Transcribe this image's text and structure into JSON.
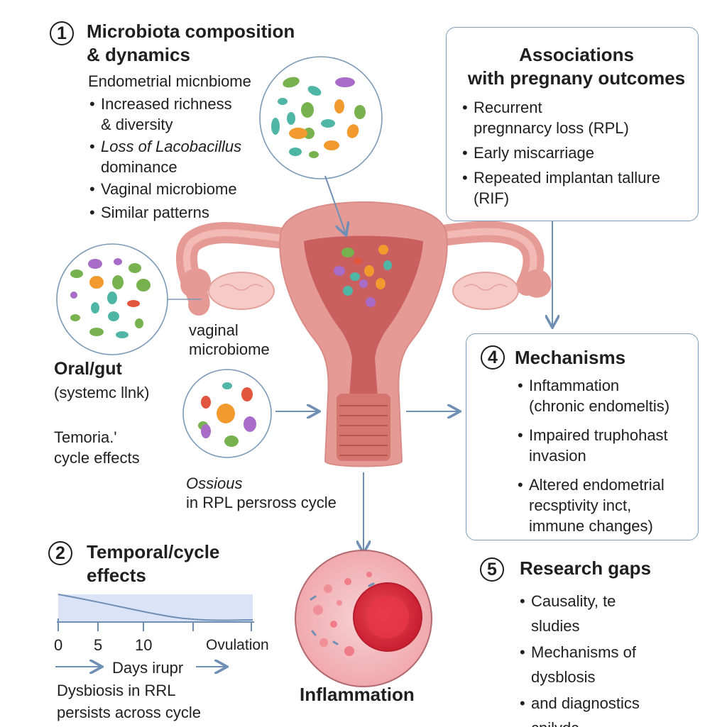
{
  "section1": {
    "number": "1",
    "title_line1": "Microbiota composition",
    "title_line2": "& dynamics",
    "subtitle": "Endometrial micnbiome",
    "bullets": [
      {
        "line1": "Increased richness",
        "line2": "& diversity"
      },
      {
        "line1_prefix": "Loss of ",
        "line1_italic": "Lacobacillus",
        "line2": "dominance"
      },
      {
        "line1": "Vaginal microbiome"
      },
      {
        "line1": "Similar patterns"
      }
    ]
  },
  "associations": {
    "title_line1": "Associations",
    "title_line2": "with pregnany outcomes",
    "bullets": [
      {
        "line1": "Recurrent",
        "line2": "pregnnarcy loss (RPL)"
      },
      {
        "line1": "Early miscarriage"
      },
      {
        "line1": "Repeated implantan tallure",
        "line2": "(RIF)"
      }
    ]
  },
  "left_labels": {
    "vaginal_line1": "vaginal",
    "vaginal_line2": "microbiome",
    "oral_title": "Oral/gut",
    "oral_sub": "(systemc llnk)",
    "temporal_line1": "Temoria.'",
    "temporal_line2": "cycle effects",
    "ossious_line1": "Ossious",
    "ossious_line2": "in RPL persross cycle"
  },
  "mechanisms": {
    "number": "4",
    "title": "Mechanisms",
    "bullets": [
      {
        "line1": "Inftammation",
        "line2": "(chronic endomeltis)"
      },
      {
        "line1": "Impaired truphohast",
        "line2": "invasion"
      },
      {
        "line1": "Altered endometrial",
        "line2": "recsptivity inct,",
        "line3": "immune changes)"
      }
    ]
  },
  "section2": {
    "number": "2",
    "title_line1": "Temporal/cycle",
    "title_line2": "effects",
    "ticks": [
      "0",
      "5",
      "10",
      "Ovulation"
    ],
    "axis_label": "Days irupr",
    "caption_line1": "Dysbiosis in RRL",
    "caption_line2": "persists across cycle"
  },
  "inflammation": {
    "label": "Inflammation"
  },
  "gaps": {
    "number": "5",
    "title": "Research gaps",
    "bullets": [
      {
        "line1": "Causality, te",
        "line2": "sludies"
      },
      {
        "line1": "Mechanisms of",
        "line2": "dysblosis"
      },
      {
        "line1": "and diagnostics",
        "line2": "cnilydc"
      }
    ]
  },
  "colors": {
    "arrow": "#6f8fb5",
    "box_border": "#7b9ab8",
    "uterus_outer": "#e69a95",
    "uterus_inner": "#c9605f",
    "microbe_green": "#78b24e",
    "microbe_teal": "#4fb6a6",
    "microbe_orange": "#f29a2e",
    "microbe_purple": "#a86cc8",
    "microbe_red": "#e2553f",
    "inflammation_core": "#d9283b"
  }
}
